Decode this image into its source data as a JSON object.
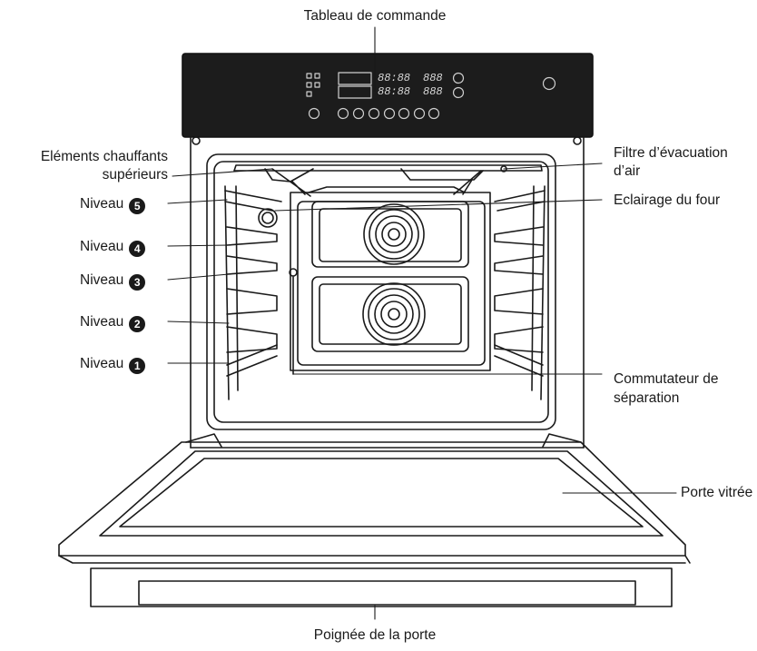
{
  "labels": {
    "control_panel": "Tableau de commande",
    "heating_top_line1": "Eléments chauffants",
    "heating_top_line2": "supérieurs",
    "air_filter_line1": "Filtre d’évacuation",
    "air_filter_line2": "d’air",
    "oven_light": "Eclairage du four",
    "divider_switch_line1": "Commutateur de",
    "divider_switch_line2": "séparation",
    "glass_door": "Porte vitrée",
    "door_handle": "Poignée de la porte"
  },
  "levels": [
    {
      "text": "Niveau",
      "number": "5"
    },
    {
      "text": "Niveau",
      "number": "4"
    },
    {
      "text": "Niveau",
      "number": "3"
    },
    {
      "text": "Niveau",
      "number": "2"
    },
    {
      "text": "Niveau",
      "number": "1"
    }
  ],
  "display": {
    "time_top": "88:88",
    "time_bottom": "88:88",
    "temp_top": "888",
    "temp_bottom": "888"
  },
  "colors": {
    "panel": "#1c1c1c",
    "line": "#1a1a1a",
    "panel_glyph": "#d0d0d0"
  }
}
